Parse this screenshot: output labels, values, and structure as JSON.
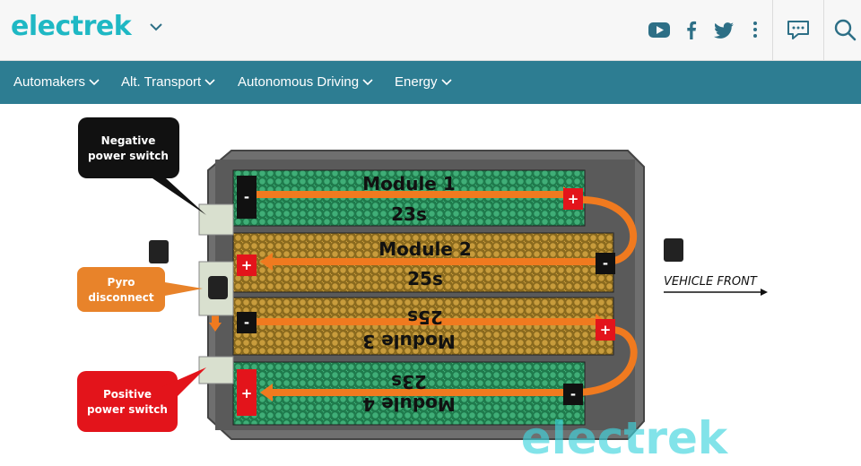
{
  "header": {
    "logo_text": "electrek",
    "logo_color": "#1fb8c4",
    "icons": [
      "chevron-down-icon",
      "youtube-icon",
      "facebook-icon",
      "twitter-icon",
      "more-vertical-icon",
      "comments-icon",
      "search-icon"
    ]
  },
  "nav": {
    "background": "#2d7d92",
    "items": [
      {
        "label": "Automakers"
      },
      {
        "label": "Alt. Transport"
      },
      {
        "label": "Autonomous Driving"
      },
      {
        "label": "Energy"
      }
    ]
  },
  "figure": {
    "callouts": {
      "negative_line1": "Negative",
      "negative_line2": "power switch",
      "pyro_line1": "Pyro",
      "pyro_line2": "disconnect",
      "positive_line1": "Positive",
      "positive_line2": "power switch"
    },
    "modules": [
      {
        "name": "Module 1",
        "cells": "23s",
        "color": "green"
      },
      {
        "name": "Module 2",
        "cells": "25s",
        "color": "gold"
      },
      {
        "name": "Module 3",
        "cells": "25s",
        "color": "gold"
      },
      {
        "name": "Module 4",
        "cells": "23s",
        "color": "green"
      }
    ],
    "plus_sign": "+",
    "minus_sign": "-",
    "vehicle_front": "VEHICLE FRONT",
    "watermark": "electrek"
  }
}
